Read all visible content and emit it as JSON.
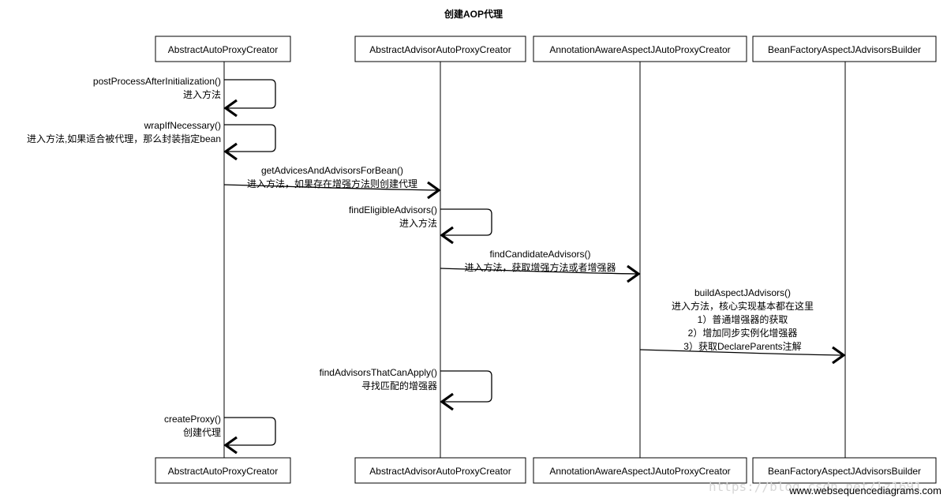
{
  "title": "创建AOP代理",
  "participants": [
    "AbstractAutoProxyCreator",
    "AbstractAdvisorAutoProxyCreator",
    "AnnotationAwareAspectJAutoProxyCreator",
    "BeanFactoryAspectJAdvisorsBuilder"
  ],
  "messages": [
    {
      "from": 0,
      "to": 0,
      "lines": [
        "postProcessAfterInitialization()",
        "进入方法"
      ]
    },
    {
      "from": 0,
      "to": 0,
      "lines": [
        "wrapIfNecessary()",
        "进入方法,如果适合被代理，那么封装指定bean"
      ]
    },
    {
      "from": 0,
      "to": 1,
      "lines": [
        "getAdvicesAndAdvisorsForBean()",
        "进入方法，如果存在增强方法则创建代理"
      ]
    },
    {
      "from": 1,
      "to": 1,
      "lines": [
        "findEligibleAdvisors()",
        "进入方法"
      ]
    },
    {
      "from": 1,
      "to": 2,
      "lines": [
        "findCandidateAdvisors()",
        "进入方法，获取增强方法或者增强器"
      ]
    },
    {
      "from": 2,
      "to": 3,
      "lines": [
        "buildAspectJAdvisors()",
        "进入方法，核心实现基本都在这里",
        "1）普通增强器的获取",
        "2）增加同步实例化增强器",
        "3）获取DeclareParents注解"
      ]
    },
    {
      "from": 1,
      "to": 1,
      "lines": [
        "findAdvisorsThatCanApply()",
        "寻找匹配的增强器"
      ]
    },
    {
      "from": 0,
      "to": 0,
      "lines": [
        "createProxy()",
        "创建代理"
      ]
    }
  ],
  "watermark": {
    "text": "www.websequencediagrams.com",
    "faint_text": "https://blog.csdn.net/lz1691"
  }
}
